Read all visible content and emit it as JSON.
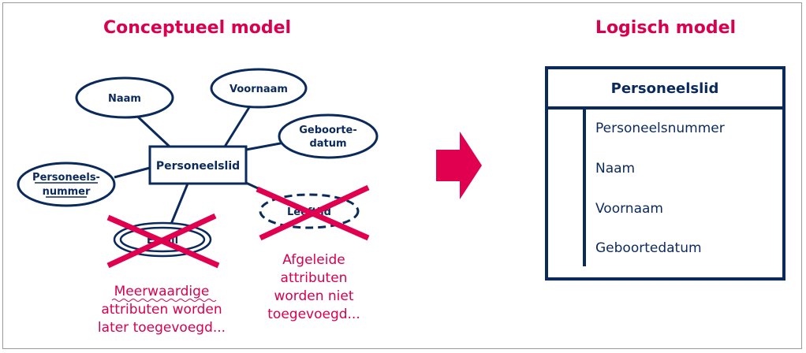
{
  "conceptual": {
    "title": "Conceptueel model",
    "entity": "Personeelslid",
    "attributes": {
      "naam": "Naam",
      "voornaam": "Voornaam",
      "geboortedatum_line1": "Geboorte-",
      "geboortedatum_line2": "datum",
      "personeelsnummer_line1": "Personeels-",
      "personeelsnummer_line2": "nummer",
      "leeftijd": "Leeftijd",
      "email": "Email"
    },
    "notes": {
      "multivalued_line1": "Meerwaardige",
      "multivalued_line2": "attributen worden",
      "multivalued_line3": "later toegevoegd...",
      "derived_line1": "Afgeleide",
      "derived_line2": "attributen",
      "derived_line3": "worden niet",
      "derived_line4": "toegevoegd..."
    }
  },
  "logical": {
    "title": "Logisch model",
    "table_name": "Personeelslid",
    "columns": [
      "Personeelsnummer",
      "Naam",
      "Voornaam",
      "Geboortedatum"
    ]
  },
  "colors": {
    "accent": "#d8004f",
    "navy": "#0b2a5c"
  }
}
